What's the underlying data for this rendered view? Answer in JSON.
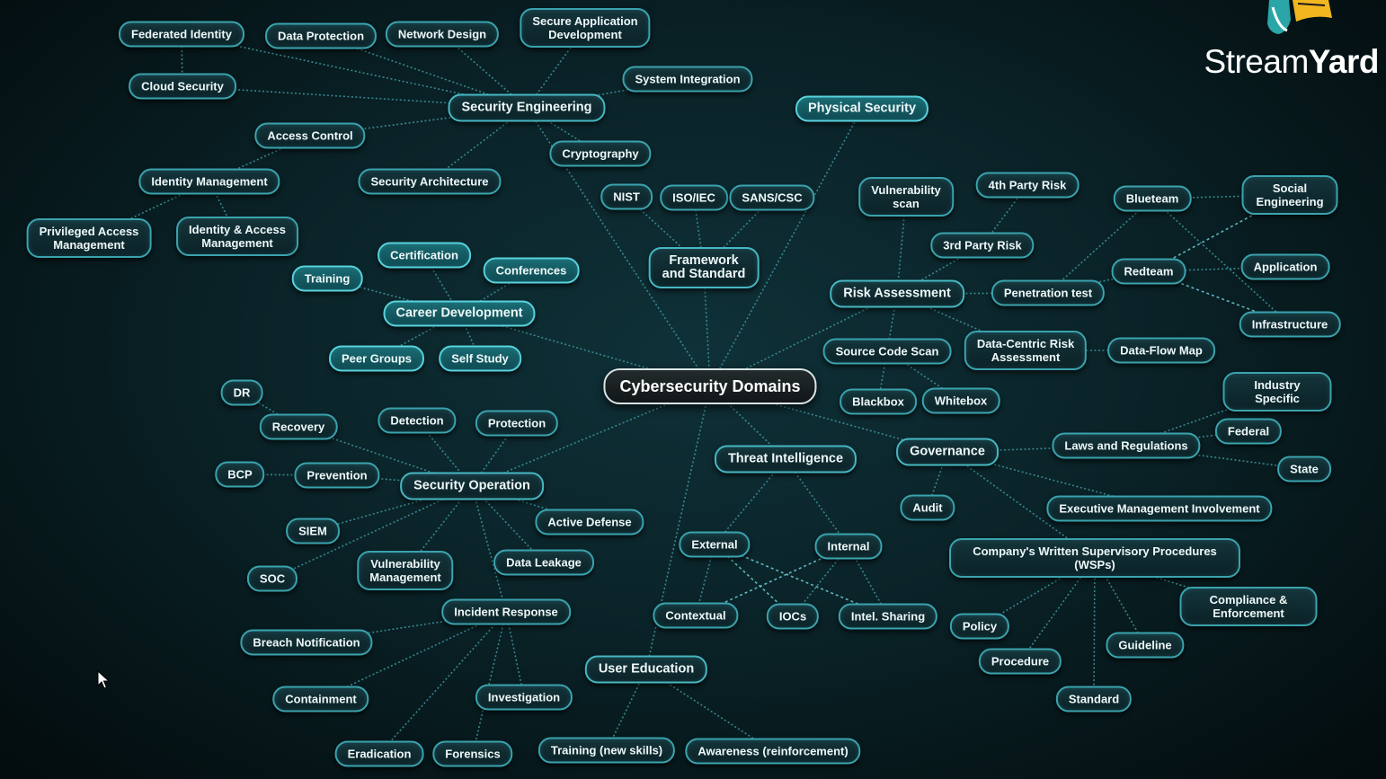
{
  "branding": {
    "logo_regular": "Stream",
    "logo_bold": "Yard",
    "accent": "#f2b71f"
  },
  "colors": {
    "line": "#3f99a3",
    "node_border": "#3aa3ae",
    "highlight": "#1a6b73",
    "background": "#0a2328"
  },
  "mindmap": {
    "center": "Cybersecurity Domains",
    "security_engineering": {
      "label": "Security Engineering",
      "federated_identity": "Federated Identity",
      "data_protection": "Data Protection",
      "network_design": "Network Design",
      "secure_app_dev": "Secure Application\nDevelopment",
      "cloud_security": "Cloud Security",
      "system_integration": "System Integration",
      "access_control": "Access Control",
      "cryptography": "Cryptography",
      "identity_management": "Identity Management",
      "security_architecture": "Security Architecture",
      "privileged_access": "Privileged Access\nManagement",
      "identity_access": "Identity & Access\nManagement"
    },
    "physical_security": {
      "label": "Physical Security"
    },
    "framework": {
      "label": "Framework\nand Standard",
      "nist": "NIST",
      "iso": "ISO/IEC",
      "sans": "SANS/CSC"
    },
    "career": {
      "label": "Career Development",
      "certification": "Certification",
      "conferences": "Conferences",
      "training": "Training",
      "peer_groups": "Peer Groups",
      "self_study": "Self Study"
    },
    "risk": {
      "label": "Risk Assessment",
      "vulnerability_scan": "Vulnerability\nscan",
      "fourth_party": "4th Party Risk",
      "third_party": "3rd Party Risk",
      "pentest": "Penetration test",
      "blueteam": "Blueteam",
      "redteam": "Redteam",
      "social_engineering": "Social Engineering",
      "application": "Application",
      "infrastructure": "Infrastructure",
      "source_code_scan": "Source Code Scan",
      "data_centric": "Data-Centric Risk\nAssessment",
      "data_flow": "Data-Flow Map",
      "blackbox": "Blackbox",
      "whitebox": "Whitebox"
    },
    "governance": {
      "label": "Governance",
      "industry_specific": "Industry Specific",
      "federal": "Federal",
      "laws": "Laws and Regulations",
      "state": "State",
      "audit": "Audit",
      "exec_mgmt": "Executive Management Involvement",
      "wsps": "Company's Written Supervisory Procedures (WSPs)",
      "compliance": "Compliance & Enforcement",
      "policy": "Policy",
      "guideline": "Guideline",
      "procedure": "Procedure",
      "standard": "Standard"
    },
    "threat_intel": {
      "label": "Threat Intelligence",
      "external": "External",
      "internal": "Internal",
      "contextual": "Contextual",
      "iocs": "IOCs",
      "intel_sharing": "Intel. Sharing"
    },
    "security_operation": {
      "label": "Security Operation",
      "dr": "DR",
      "recovery": "Recovery",
      "detection": "Detection",
      "protection": "Protection",
      "bcp": "BCP",
      "prevention": "Prevention",
      "siem": "SIEM",
      "active_defense": "Active Defense",
      "soc": "SOC",
      "vuln_mgmt": "Vulnerability\nManagement",
      "data_leakage": "Data Leakage",
      "incident_response": "Incident Response",
      "breach_notification": "Breach Notification",
      "containment": "Containment",
      "investigation": "Investigation",
      "eradication": "Eradication",
      "forensics": "Forensics"
    },
    "user_education": {
      "label": "User Education",
      "training_new": "Training (new skills)",
      "awareness": "Awareness (reinforcement)"
    }
  }
}
